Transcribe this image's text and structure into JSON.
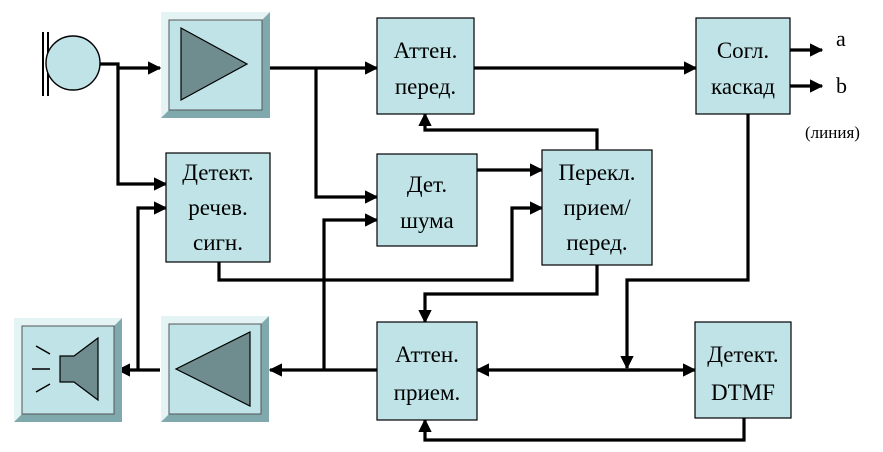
{
  "blocks": {
    "tx_attenuator": [
      "Аттен.",
      "перед."
    ],
    "line_matching": [
      "Согл.",
      "каскад"
    ],
    "speech_detector": [
      "Детект.",
      "речев.",
      "сигн."
    ],
    "noise_detector": [
      "Дет.",
      "шума"
    ],
    "rx_tx_switch": [
      "Перекл.",
      "прием/",
      "перед."
    ],
    "rx_attenuator": [
      "Аттен.",
      "прием."
    ],
    "dtmf_detector": [
      "Детект.",
      "DTMF"
    ]
  },
  "outputs": {
    "a": "a",
    "b": "b",
    "line_note": "(линия)"
  },
  "icons": {
    "microphone": "microphone-icon",
    "tx_amplifier": "amplifier-triangle-right-icon",
    "rx_amplifier": "amplifier-triangle-left-icon",
    "speaker": "speaker-icon"
  },
  "colors": {
    "block_fill": "#bfe3e6",
    "triangle_fill": "#6f8d8f",
    "wire": "#000000"
  }
}
